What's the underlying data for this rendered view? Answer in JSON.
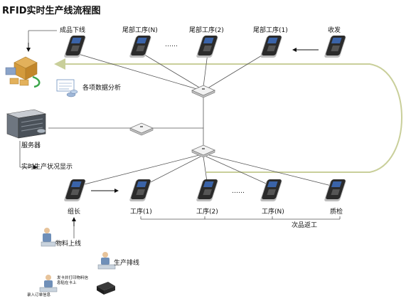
{
  "title": "RFID实时生产线流程图",
  "top_row": {
    "finished": "成品下线",
    "tail_n": "尾部工序(N)",
    "dots": "……",
    "tail_2": "尾部工序(2)",
    "tail_1": "尾部工序(1)",
    "shipping": "收发"
  },
  "analysis": "各项数据分析",
  "server": "服务器",
  "realtime": "实时生产状况显示",
  "bottom_row": {
    "team_leader": "组长",
    "proc_1": "工序(1)",
    "proc_2": "工序(2)",
    "dots": "……",
    "proc_n": "工序(N)",
    "qc": "质检"
  },
  "rework": "次品返工",
  "material": "物料上线",
  "scheduling": "生产排线",
  "issue_card": "发卡并打印物料信息贴在卡上",
  "order_entry": "录入订单信息",
  "colors": {
    "loop_arrow": "#c9cf9a",
    "line": "#555555",
    "device": "#2b2b2b",
    "screen": "#3a63a8"
  }
}
